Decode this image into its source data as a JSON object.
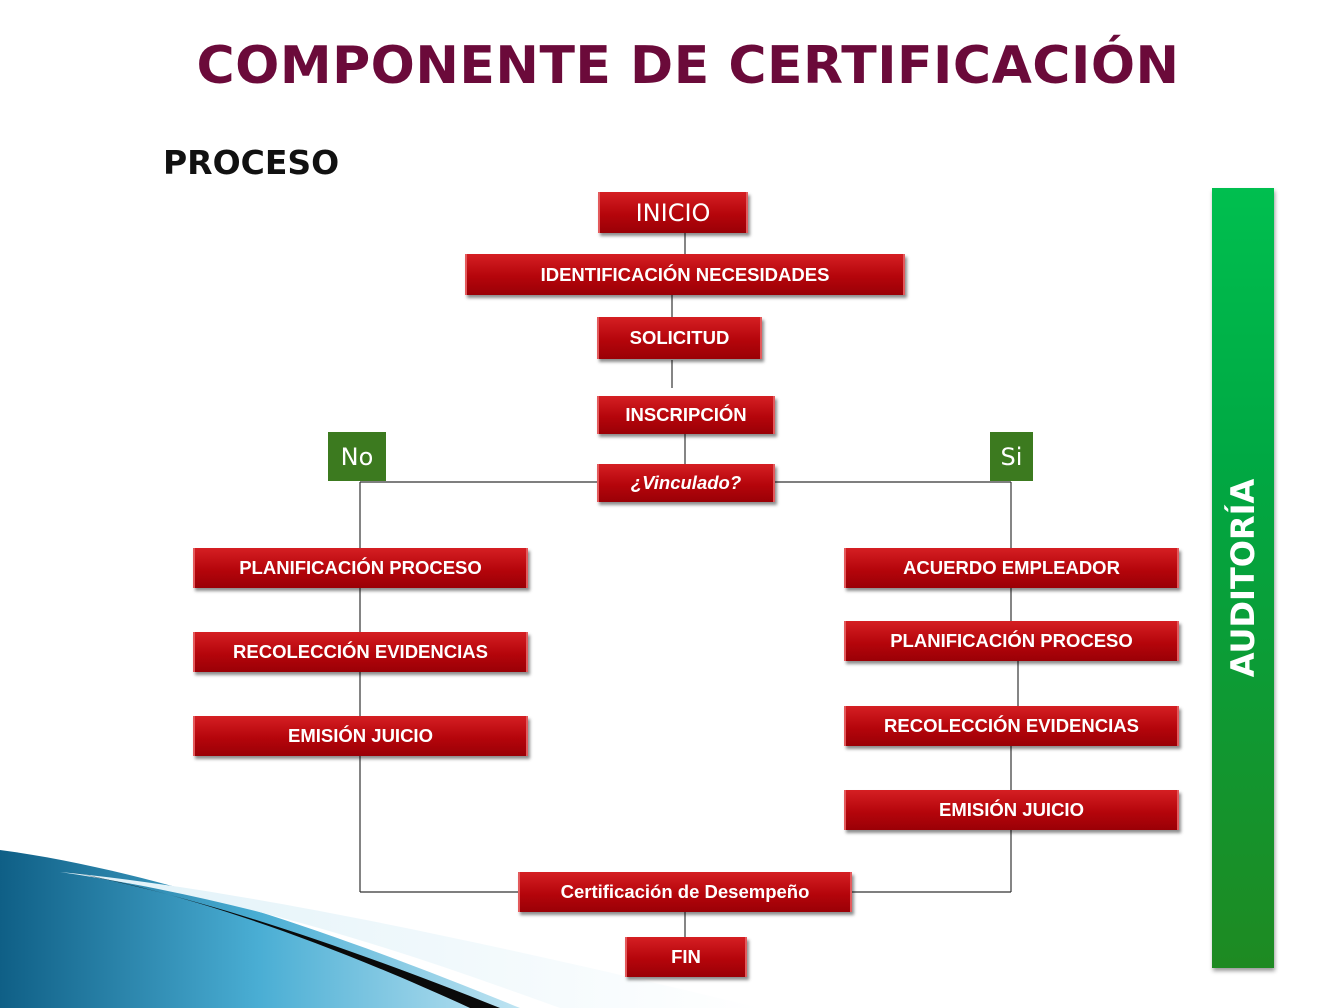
{
  "title": "COMPONENTE DE CERTIFICACIÓN",
  "subtitle": "PROCESO",
  "sidebar": {
    "label": "AUDITORÍA"
  },
  "branches": {
    "no": "No",
    "yes": "Si"
  },
  "nodes": {
    "inicio": "INICIO",
    "identificacion": "IDENTIFICACIÓN NECESIDADES",
    "solicitud": "SOLICITUD",
    "inscripcion": "INSCRIPCIÓN",
    "vinculado": "¿Vinculado?",
    "left_planificacion": "PLANIFICACIÓN PROCESO",
    "left_recoleccion": "RECOLECCIÓN EVIDENCIAS",
    "left_emision": "EMISIÓN JUICIO",
    "right_acuerdo": "ACUERDO EMPLEADOR",
    "right_planificacion": "PLANIFICACIÓN PROCESO",
    "right_recoleccion": "RECOLECCIÓN EVIDENCIAS",
    "right_emision": "EMISIÓN JUICIO",
    "certificacion": "Certificación de Desempeño",
    "fin": "FIN"
  },
  "colors": {
    "title": "#6b0a3a",
    "box": "#b5050b",
    "branch_tag": "#3c7a1f",
    "audit_bar": "#00a843"
  }
}
